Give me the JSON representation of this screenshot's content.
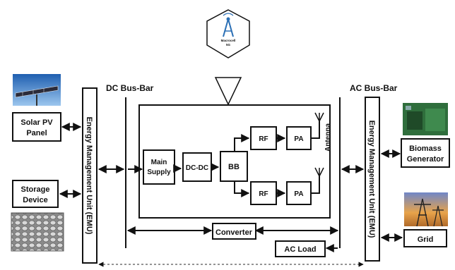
{
  "macro_site": {
    "line1": "Macrocell",
    "line2": "5G"
  },
  "bus": {
    "dc": "DC Bus-Bar",
    "ac": "AC Bus-Bar"
  },
  "emu_left": "Energy Management Unit (EMU)",
  "emu_right": "Energy Management Unit (EMU)",
  "sources": {
    "solar": {
      "line1": "Solar PV",
      "line2": "Panel"
    },
    "storage": {
      "line1": "Storage",
      "line2": "Device"
    },
    "biomass": {
      "line1": "Biomass",
      "line2": "Generator"
    },
    "grid": "Grid"
  },
  "bs": {
    "main_supply": {
      "line1": "Main",
      "line2": "Supply"
    },
    "dcdc": "DC-DC",
    "bb": "BB",
    "rf_top": "RF",
    "pa_top": "PA",
    "rf_bottom": "RF",
    "pa_bottom": "PA",
    "antenna": "Antenna"
  },
  "converter": "Converter",
  "ac_load": "AC Load",
  "colors": {
    "stroke": "#111111",
    "sky": "#4a90d9",
    "tower": "#2a6fb5"
  }
}
